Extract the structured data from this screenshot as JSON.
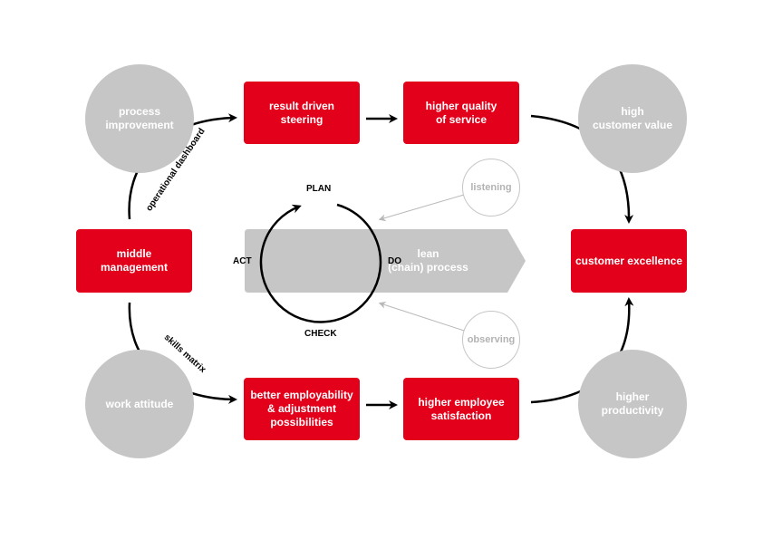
{
  "diagram": {
    "colors": {
      "red": "#e2001a",
      "grey": "#c6c6c6",
      "light_grey_text": "#b3b3b3",
      "arrow": "#000000"
    },
    "nodes": {
      "process_improvement": "process\nimprovement",
      "work_attitude": "work attitude",
      "middle_management": "middle\nmanagement",
      "result_driven_steering": "result driven\nsteering",
      "higher_quality_of_service": "higher quality\nof service",
      "better_employability": "better employability\n& adjustment\npossibilities",
      "higher_employee_satisfaction": "higher employee\nsatisfaction",
      "high_customer_value": "high\ncustomer value",
      "higher_productivity": "higher\nproductivity",
      "customer_excellence": "customer excellence",
      "lean_chain_process": "lean\n(chain) process",
      "listening": "listening",
      "observing": "observing"
    },
    "cycle": {
      "plan": "PLAN",
      "do": "DO",
      "check": "CHECK",
      "act": "ACT"
    },
    "edge_labels": {
      "operational_dashboard": "operational dashboard",
      "skills_matrix": "skills matrix"
    }
  }
}
